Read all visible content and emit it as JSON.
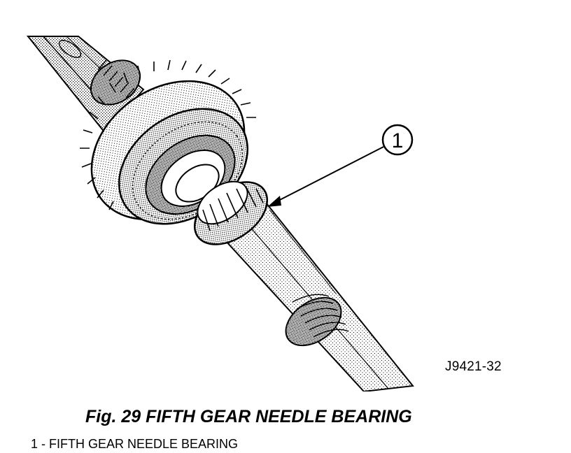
{
  "figure": {
    "callout_number": "1",
    "figure_id": "J9421-32",
    "caption": "Fig. 29 FIFTH GEAR NEEDLE BEARING",
    "legend": [
      {
        "number": "1",
        "text": "1 - FIFTH GEAR NEEDLE BEARING"
      }
    ]
  }
}
